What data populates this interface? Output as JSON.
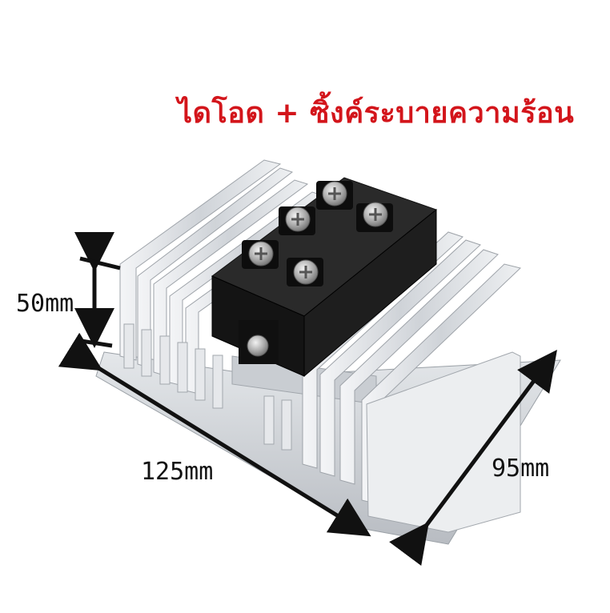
{
  "caption": {
    "title": "ไดโอด + ซิ้งค์ระบายความร้อน"
  },
  "dimensions": {
    "height": "50mm",
    "length": "125mm",
    "width": "95mm"
  },
  "colors": {
    "title": "#d3151b",
    "arrows": "#111111",
    "aluminum": "#d9dde2",
    "module_body": "#1c1c1c",
    "screw": "#b9b9b9"
  }
}
